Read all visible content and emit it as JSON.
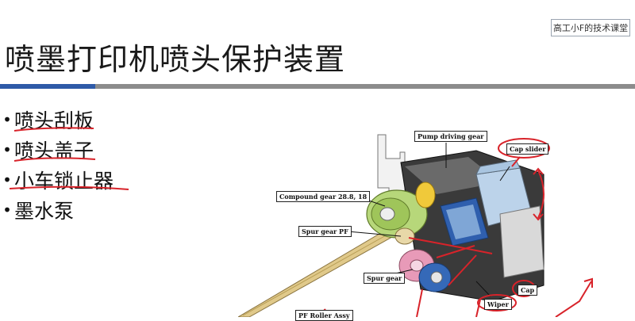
{
  "watermark": "高工小F的技术课堂",
  "title": "喷墨打印机喷头保护装置",
  "bullets": [
    "喷头刮板",
    "喷头盖子",
    "小车锁止器",
    "墨水泵"
  ],
  "figure": {
    "labels": {
      "pump_driving_gear": "Pump driving gear",
      "cap_slider": "Cap slider",
      "compound_gear": "Compound gear 28.8, 18",
      "spur_gear_pf": "Spur gear PF",
      "spur_gear": "Spur gear",
      "cap": "Cap",
      "wiper": "Wiper",
      "pf_roller_assy": "PF Roller Assy"
    }
  },
  "colors": {
    "title_rule_blue": "#2e5aa8",
    "title_rule_grey": "#8c8c8c",
    "annotation_red": "#d8232a"
  }
}
